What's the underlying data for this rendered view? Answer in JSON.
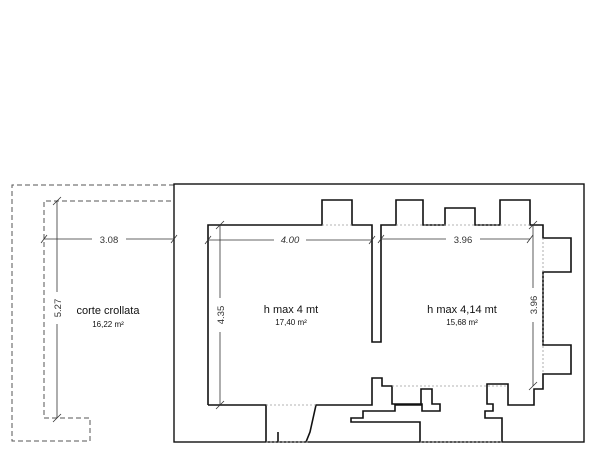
{
  "rooms": [
    {
      "name": "corte crollata",
      "area": "16,22 m²"
    },
    {
      "name": "h max 4 mt",
      "area": "17,40 m²"
    },
    {
      "name": "h max 4,14 mt",
      "area": "15,68 m²"
    }
  ],
  "dimensions": {
    "courtyard_width": "3.08",
    "courtyard_height": "5.27",
    "room1_width": "4.00",
    "room1_height": "4.35",
    "room2_width": "3.96",
    "room2_height": "3.96"
  }
}
